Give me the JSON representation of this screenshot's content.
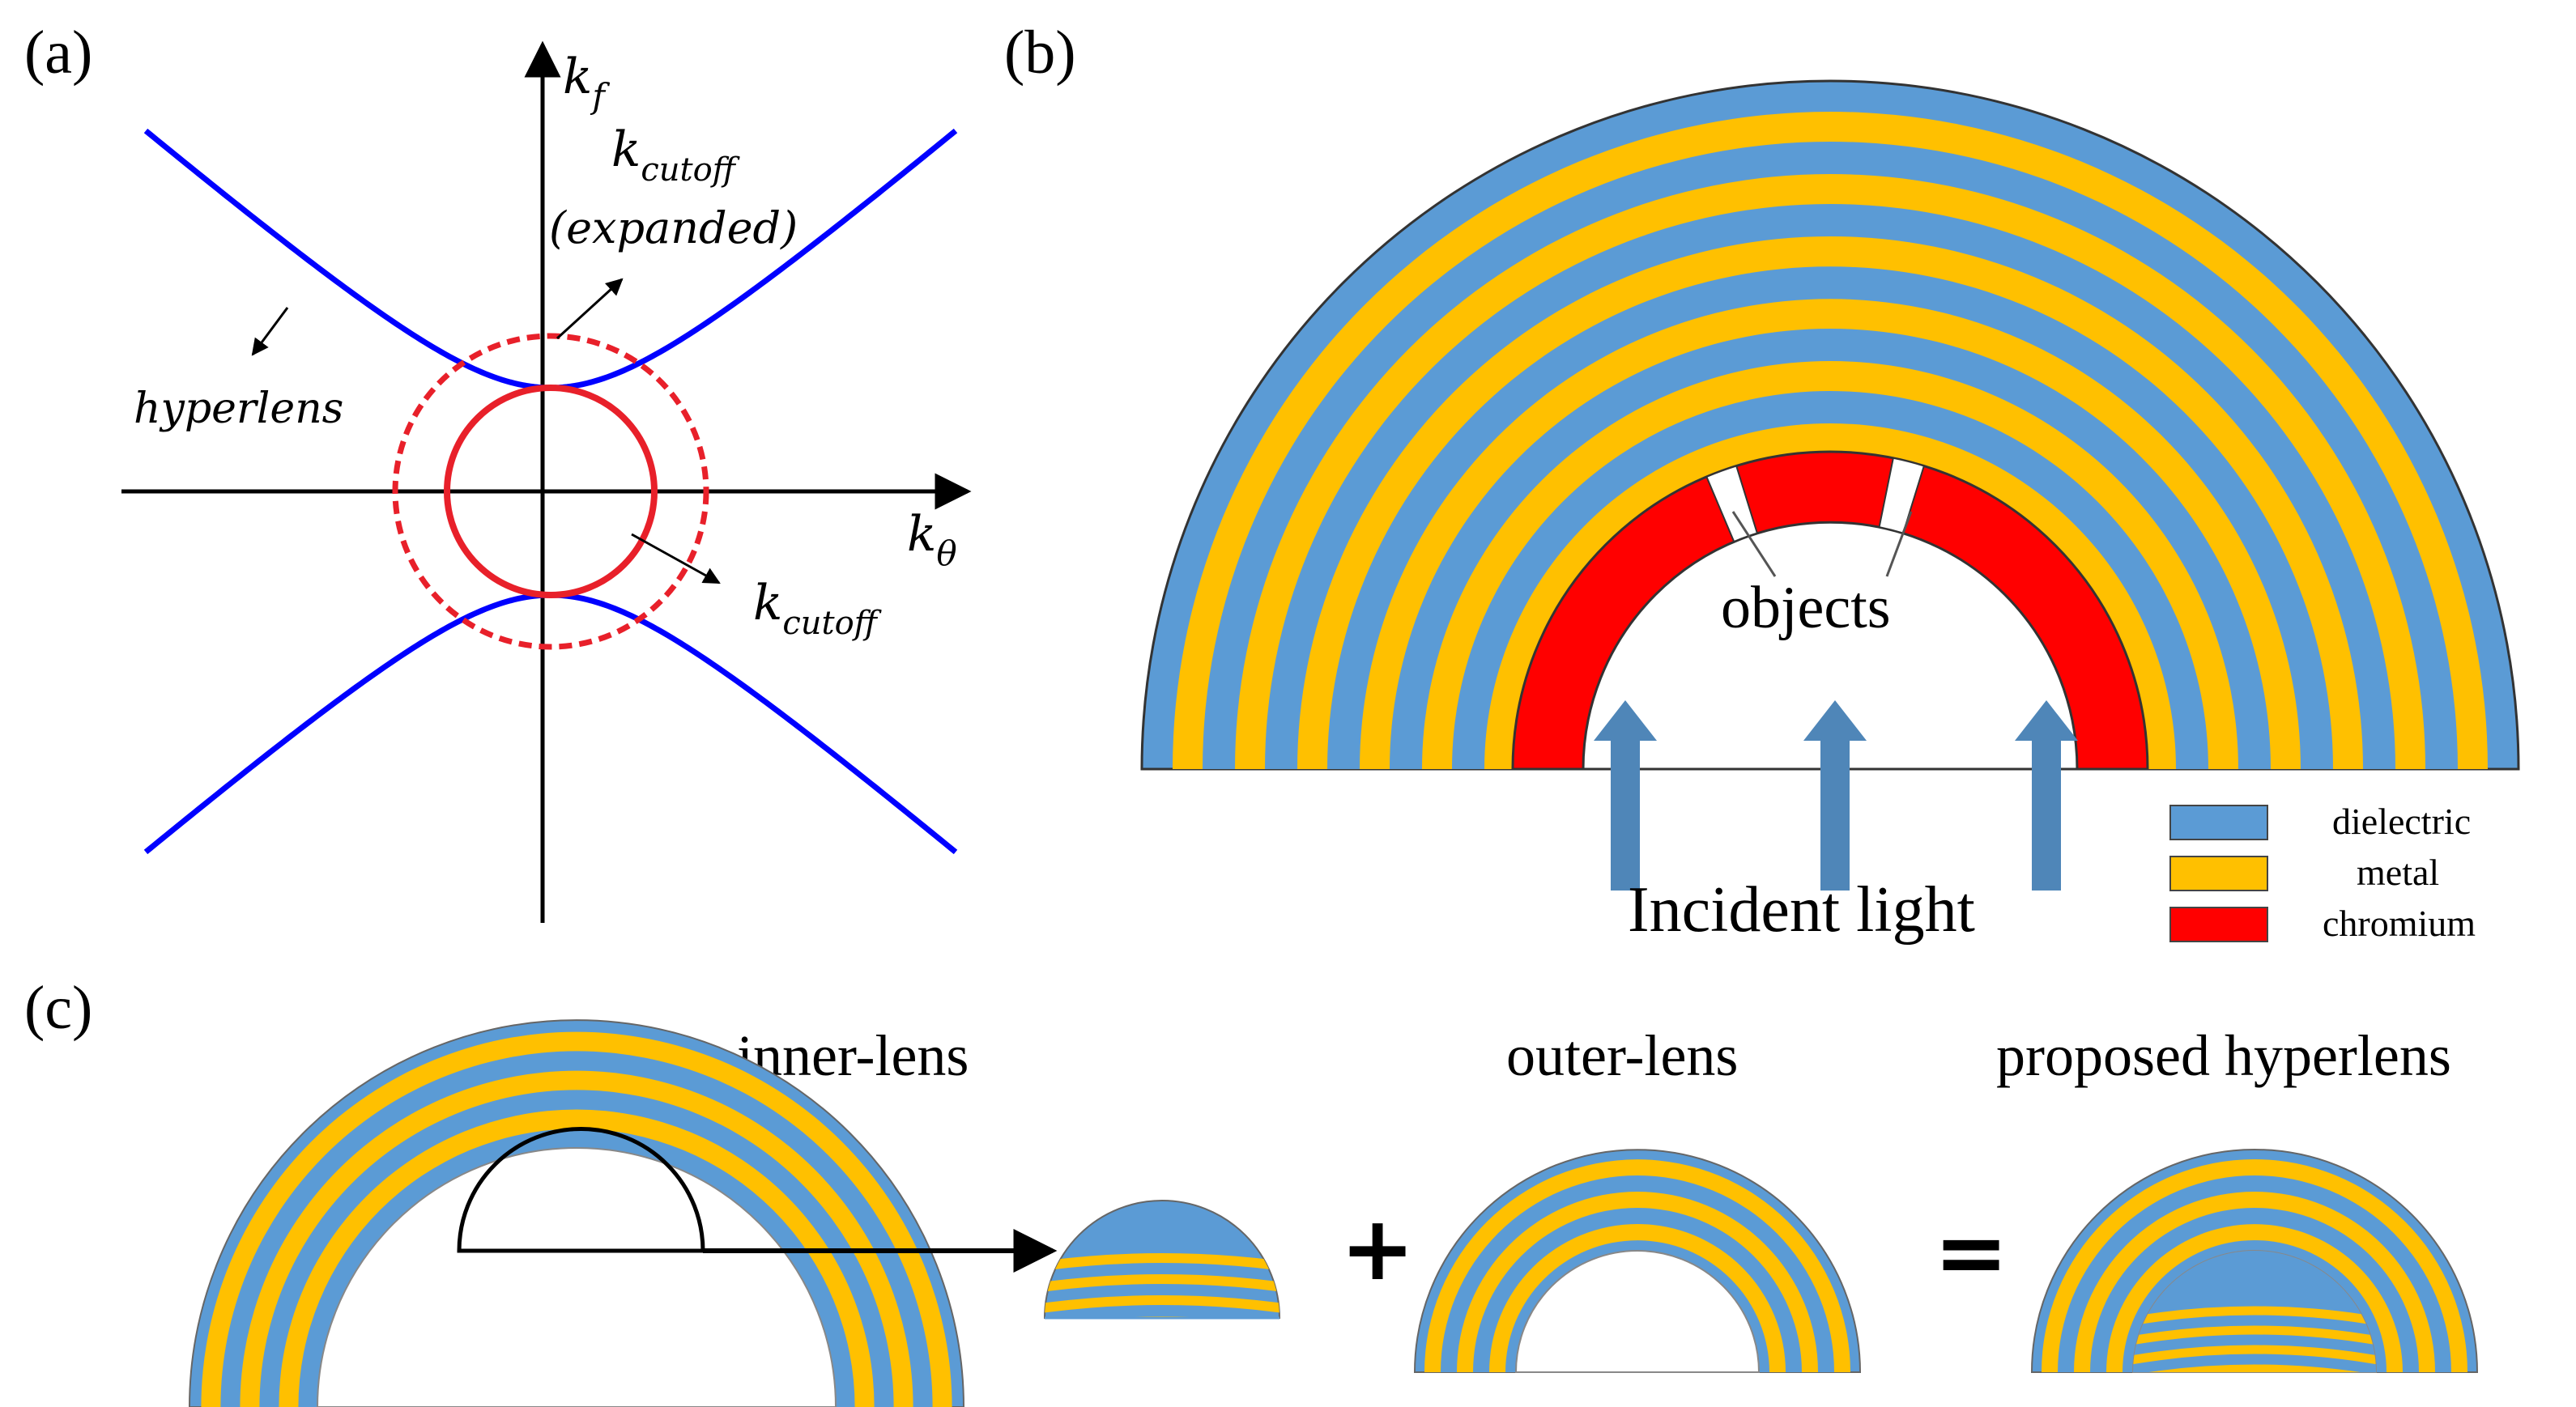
{
  "panel_a": {
    "label": "(a)",
    "axis_y_label": "f",
    "axis_x_label": "θ",
    "k_symbol": "k",
    "kcutoff_top_sub": "cutoff",
    "expanded": "(expanded)",
    "hyperlens": "hyperlens",
    "kcutoff_bottom_sub": "cutoff"
  },
  "panel_b": {
    "label": "(b)",
    "objects": "objects",
    "incident_light": "Incident light",
    "legend": [
      {
        "label": "dielectric",
        "color": "#5B9BD5"
      },
      {
        "label": "metal",
        "color": "#FFC000"
      },
      {
        "label": "chromium",
        "color": "#FF0000"
      }
    ]
  },
  "panel_c": {
    "label": "(c)",
    "inner_lens": "inner-lens",
    "outer_lens": "outer-lens",
    "proposed": "proposed hyperlens",
    "plus": "+",
    "equals": "="
  },
  "colors": {
    "dielectric": "#5B9BD5",
    "metal": "#FFC000",
    "chromium": "#FF0000",
    "hyperbola": "#0000FF",
    "circle": "#E8202A",
    "arrow_light": "#4F86B8"
  }
}
